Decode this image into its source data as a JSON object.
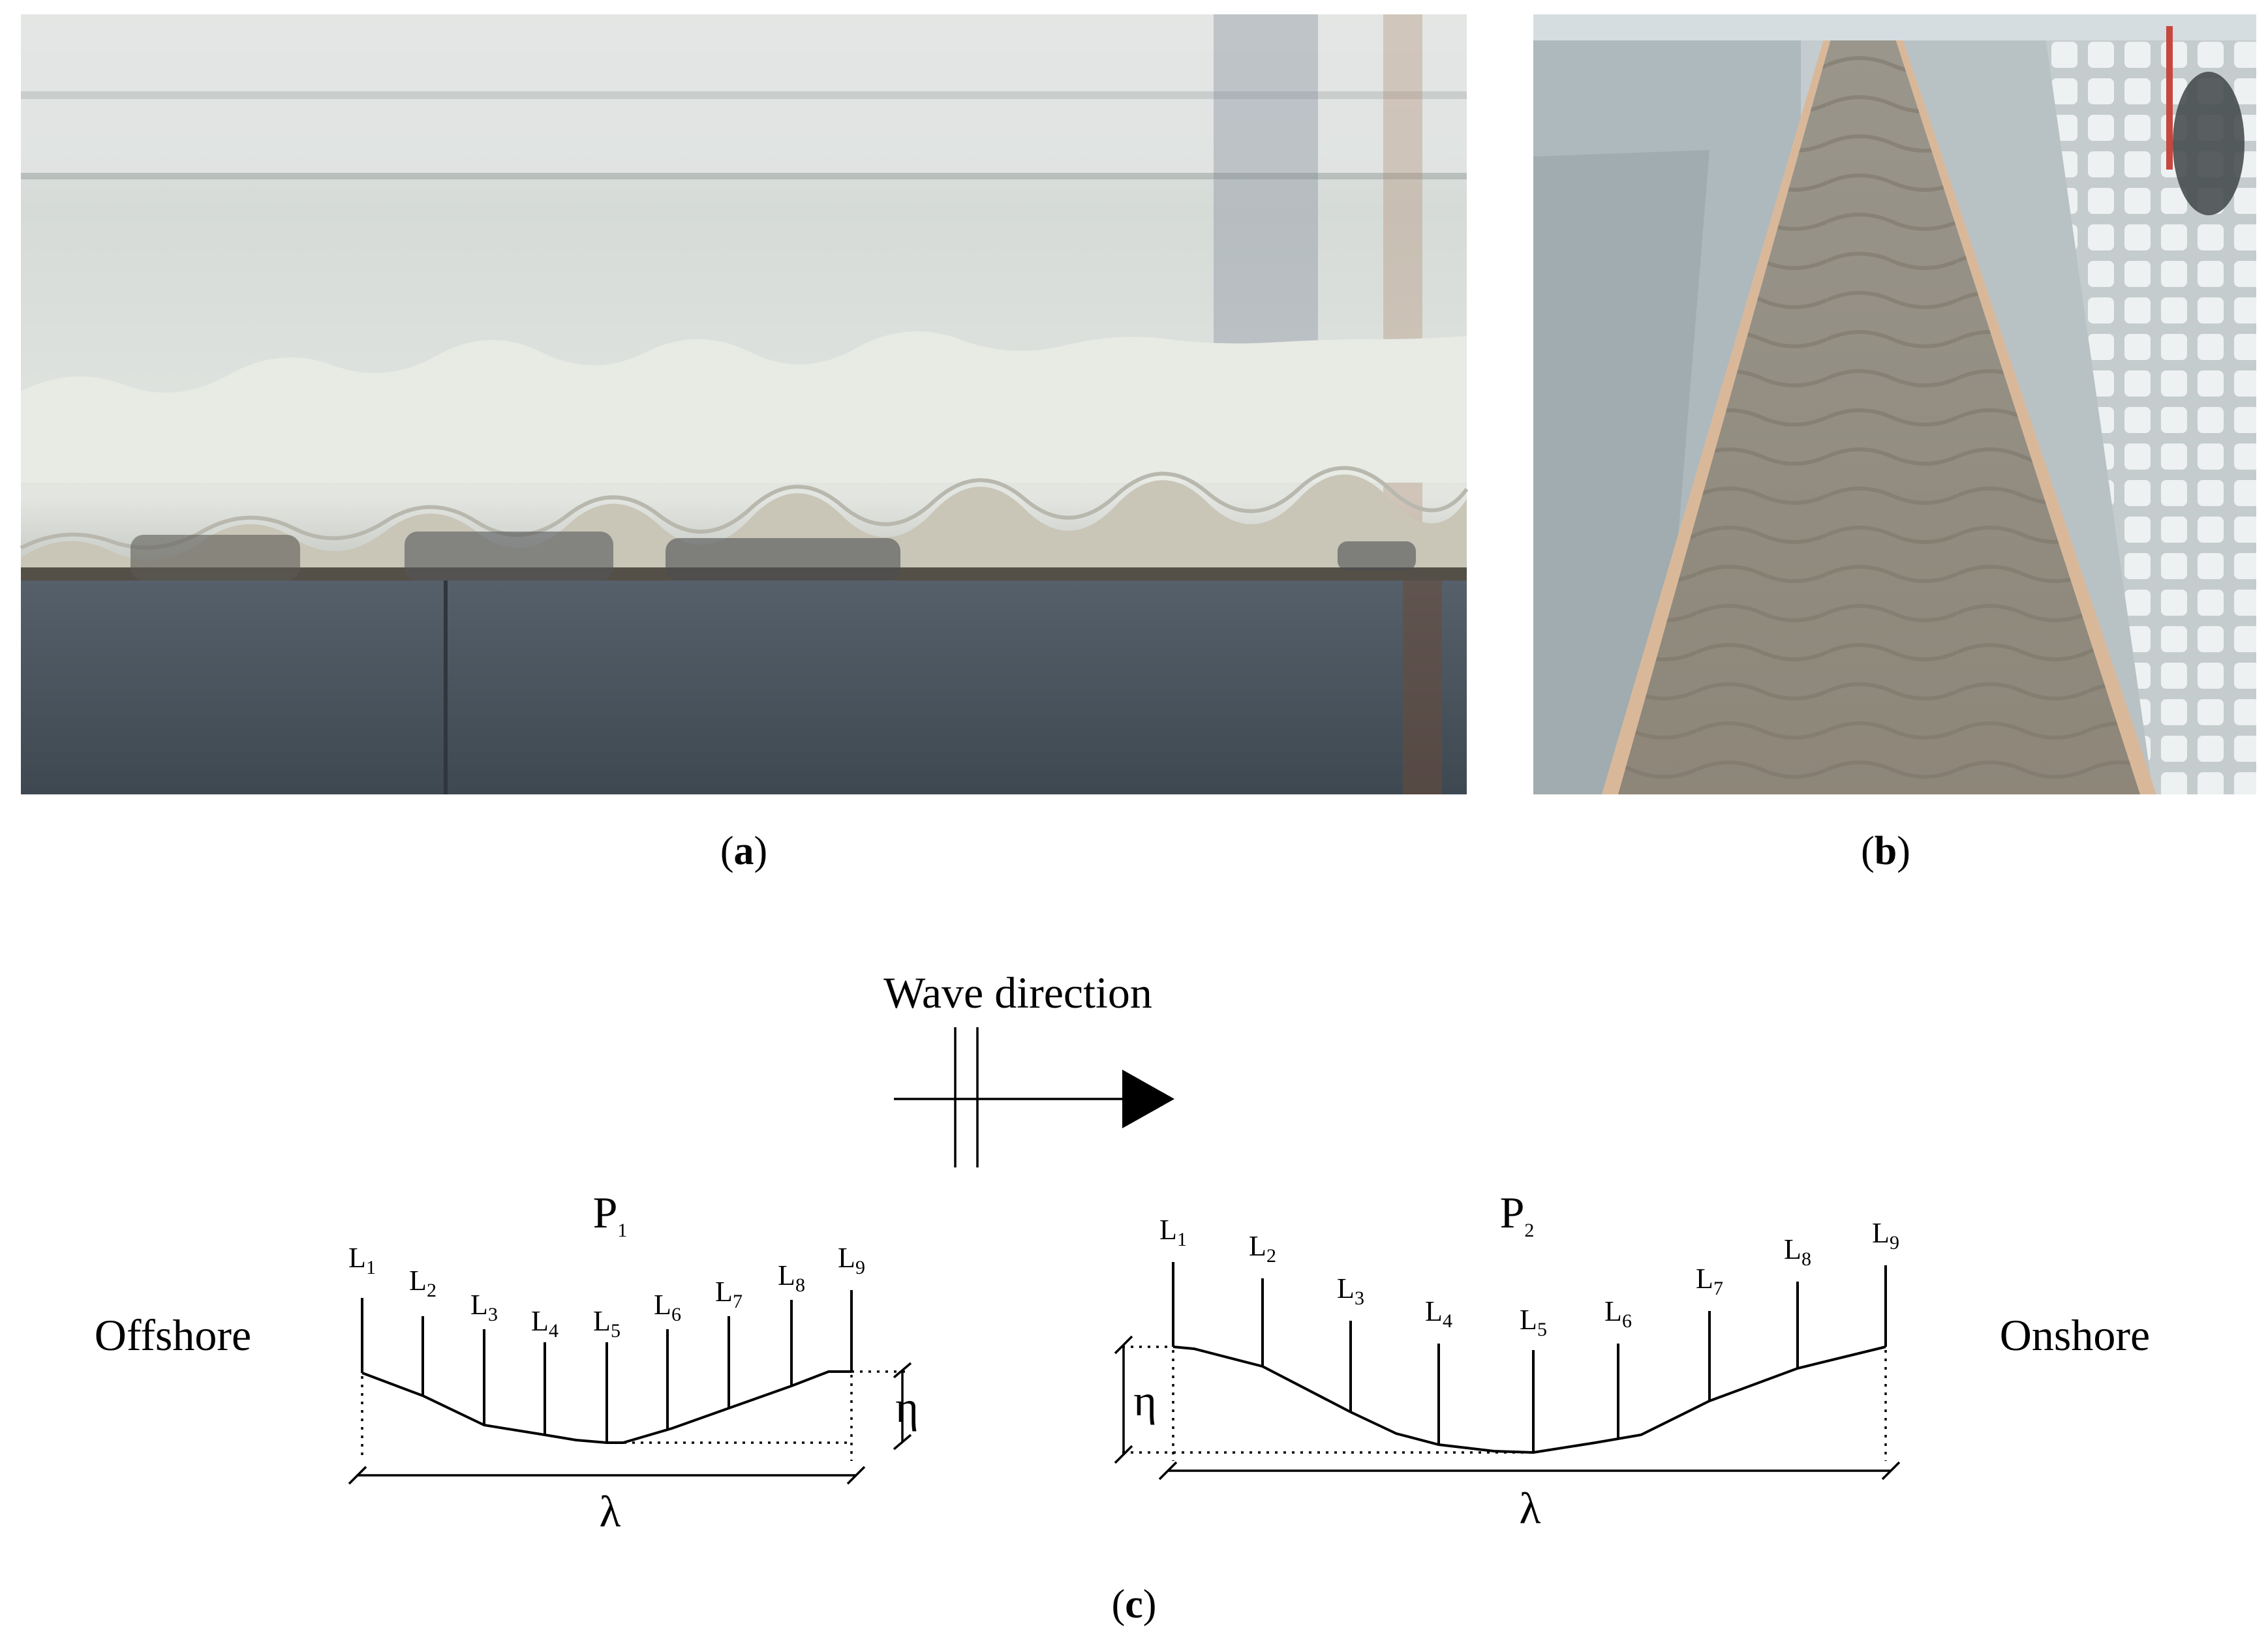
{
  "panels": {
    "a": {
      "caption": "(a)",
      "letter": "a"
    },
    "b": {
      "caption": "(b)",
      "letter": "b"
    },
    "c": {
      "caption": "(c)",
      "letter": "c"
    }
  },
  "diagram": {
    "wave_direction": "Wave direction",
    "offshore": "Offshore",
    "onshore": "Onshore",
    "eta": "η",
    "lambda": "λ",
    "profiles": [
      {
        "name": "P",
        "sub": "1"
      },
      {
        "name": "P",
        "sub": "2"
      }
    ],
    "point_labels": [
      {
        "name": "L",
        "sub": "1"
      },
      {
        "name": "L",
        "sub": "2"
      },
      {
        "name": "L",
        "sub": "3"
      },
      {
        "name": "L",
        "sub": "4"
      },
      {
        "name": "L",
        "sub": "5"
      },
      {
        "name": "L",
        "sub": "6"
      },
      {
        "name": "L",
        "sub": "7"
      },
      {
        "name": "L",
        "sub": "8"
      },
      {
        "name": "L",
        "sub": "9"
      }
    ]
  },
  "colors": {
    "ink": "#000000",
    "water_top": "#dfe3e0",
    "water_mid": "#cfd6d2",
    "sand_light": "#e4e6df",
    "sand_dark": "#a49e90",
    "tank_base": "#4a5560",
    "floor_grey": "#b8bec0"
  }
}
